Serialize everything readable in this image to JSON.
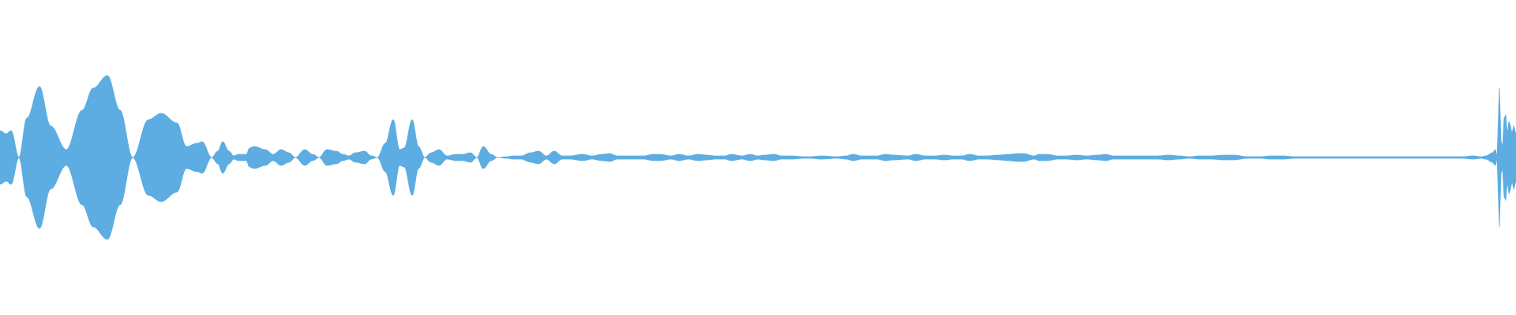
{
  "waveform": {
    "color": "#5dade2",
    "envelope": [
      [
        0,
        34
      ],
      [
        8,
        30
      ],
      [
        14,
        34
      ],
      [
        24,
        0
      ],
      [
        34,
        50
      ],
      [
        50,
        90
      ],
      [
        64,
        40
      ],
      [
        84,
        10
      ],
      [
        104,
        60
      ],
      [
        118,
        88
      ],
      [
        136,
        104
      ],
      [
        152,
        60
      ],
      [
        168,
        0
      ],
      [
        188,
        48
      ],
      [
        204,
        56
      ],
      [
        224,
        44
      ],
      [
        236,
        14
      ],
      [
        250,
        18
      ],
      [
        256,
        20
      ],
      [
        268,
        0
      ],
      [
        276,
        8
      ],
      [
        282,
        20
      ],
      [
        290,
        8
      ],
      [
        296,
        2
      ],
      [
        302,
        4
      ],
      [
        312,
        4
      ],
      [
        316,
        12
      ],
      [
        322,
        14
      ],
      [
        336,
        10
      ],
      [
        346,
        4
      ],
      [
        356,
        10
      ],
      [
        366,
        6
      ],
      [
        374,
        0
      ],
      [
        386,
        10
      ],
      [
        396,
        4
      ],
      [
        404,
        0
      ],
      [
        414,
        10
      ],
      [
        426,
        8
      ],
      [
        434,
        4
      ],
      [
        442,
        2
      ],
      [
        450,
        6
      ],
      [
        462,
        8
      ],
      [
        470,
        2
      ],
      [
        478,
        0
      ],
      [
        488,
        18
      ],
      [
        498,
        48
      ],
      [
        506,
        10
      ],
      [
        512,
        12
      ],
      [
        522,
        48
      ],
      [
        530,
        14
      ],
      [
        538,
        0
      ],
      [
        546,
        6
      ],
      [
        556,
        10
      ],
      [
        566,
        2
      ],
      [
        578,
        4
      ],
      [
        586,
        4
      ],
      [
        596,
        6
      ],
      [
        604,
        0
      ],
      [
        612,
        14
      ],
      [
        622,
        4
      ],
      [
        630,
        0
      ],
      [
        642,
        1
      ],
      [
        650,
        2
      ],
      [
        660,
        2
      ],
      [
        672,
        6
      ],
      [
        682,
        8
      ],
      [
        692,
        2
      ],
      [
        702,
        8
      ],
      [
        712,
        2
      ],
      [
        722,
        2
      ],
      [
        738,
        4
      ],
      [
        750,
        2
      ],
      [
        762,
        4
      ],
      [
        772,
        5
      ],
      [
        782,
        2
      ],
      [
        800,
        2
      ],
      [
        815,
        2
      ],
      [
        828,
        4
      ],
      [
        836,
        4
      ],
      [
        850,
        2
      ],
      [
        860,
        4
      ],
      [
        872,
        2
      ],
      [
        884,
        4
      ],
      [
        896,
        3
      ],
      [
        906,
        2
      ],
      [
        918,
        2
      ],
      [
        926,
        4
      ],
      [
        940,
        2
      ],
      [
        950,
        4
      ],
      [
        960,
        2
      ],
      [
        968,
        3
      ],
      [
        980,
        4
      ],
      [
        990,
        2
      ],
      [
        1002,
        2
      ],
      [
        1018,
        1
      ],
      [
        1026,
        1
      ],
      [
        1040,
        2
      ],
      [
        1060,
        1
      ],
      [
        1072,
        2
      ],
      [
        1080,
        4
      ],
      [
        1092,
        2
      ],
      [
        1102,
        2
      ],
      [
        1110,
        2
      ],
      [
        1122,
        4
      ],
      [
        1132,
        3
      ],
      [
        1150,
        2
      ],
      [
        1160,
        4
      ],
      [
        1172,
        2
      ],
      [
        1184,
        2
      ],
      [
        1196,
        3
      ],
      [
        1208,
        2
      ],
      [
        1218,
        2
      ],
      [
        1228,
        4
      ],
      [
        1240,
        2
      ],
      [
        1250,
        2
      ],
      [
        1264,
        3
      ],
      [
        1278,
        4
      ],
      [
        1288,
        5
      ],
      [
        1296,
        5
      ],
      [
        1310,
        2
      ],
      [
        1316,
        4
      ],
      [
        1326,
        4
      ],
      [
        1340,
        2
      ],
      [
        1350,
        2
      ],
      [
        1364,
        3
      ],
      [
        1376,
        2
      ],
      [
        1390,
        3
      ],
      [
        1400,
        4
      ],
      [
        1410,
        2
      ],
      [
        1426,
        2
      ],
      [
        1440,
        2
      ],
      [
        1452,
        2
      ],
      [
        1466,
        2
      ],
      [
        1480,
        3
      ],
      [
        1494,
        2
      ],
      [
        1506,
        1
      ],
      [
        1520,
        2
      ],
      [
        1534,
        2
      ],
      [
        1550,
        3
      ],
      [
        1562,
        3
      ],
      [
        1580,
        1
      ],
      [
        1596,
        1
      ],
      [
        1610,
        2
      ],
      [
        1624,
        2
      ],
      [
        1640,
        1
      ],
      [
        1652,
        1
      ],
      [
        1664,
        1
      ],
      [
        1680,
        1
      ],
      [
        1696,
        1
      ],
      [
        1712,
        1
      ],
      [
        1730,
        1
      ],
      [
        1750,
        1
      ],
      [
        1770,
        1
      ],
      [
        1790,
        1
      ],
      [
        1808,
        1
      ],
      [
        1824,
        1
      ],
      [
        1838,
        1
      ],
      [
        1852,
        1
      ],
      [
        1866,
        2
      ],
      [
        1876,
        1
      ],
      [
        1882,
        2
      ],
      [
        1890,
        6
      ],
      [
        1894,
        10
      ],
      [
        1896,
        0
      ],
      [
        1898,
        60
      ],
      [
        1899,
        88
      ],
      [
        1901,
        20
      ],
      [
        1903,
        14
      ],
      [
        1905,
        50
      ],
      [
        1907,
        54
      ],
      [
        1909,
        30
      ],
      [
        1911,
        46
      ],
      [
        1913,
        40
      ],
      [
        1915,
        30
      ],
      [
        1917,
        40
      ],
      [
        1920,
        30
      ]
    ]
  }
}
